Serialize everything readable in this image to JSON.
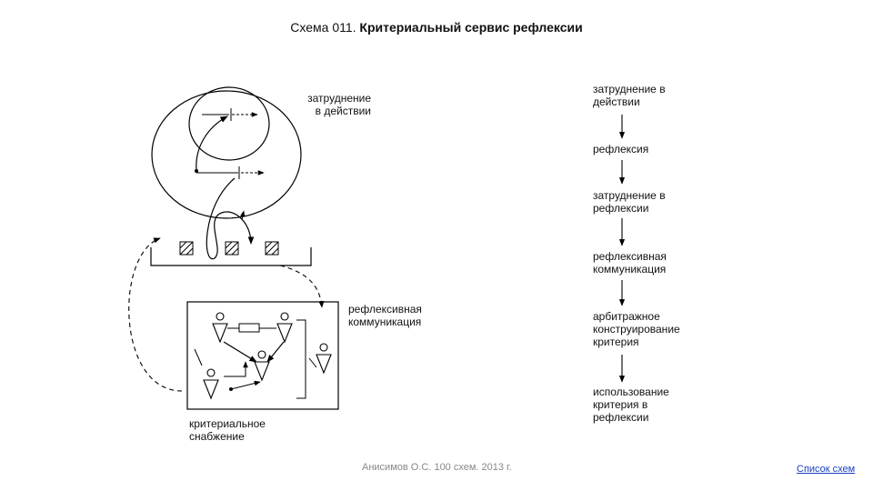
{
  "title": {
    "number": "Схема 011.",
    "text": "Критериальный сервис рефлексии"
  },
  "left": {
    "label_top_line1": "затруднение",
    "label_top_line2": "в действии",
    "label_comm_line1": "рефлексивная",
    "label_comm_line2": "коммуникация",
    "label_supply_line1": "критериальное",
    "label_supply_line2": "снабжение"
  },
  "flow": {
    "steps": [
      {
        "line1": "затруднение в",
        "line2": "действии",
        "line3": ""
      },
      {
        "line1": "рефлексия",
        "line2": "",
        "line3": ""
      },
      {
        "line1": "затруднение в",
        "line2": "рефлексии",
        "line3": ""
      },
      {
        "line1": "рефлексивная",
        "line2": "коммуникация",
        "line3": ""
      },
      {
        "line1": "арбитражное",
        "line2": "конструирование",
        "line3": "критерия"
      },
      {
        "line1": "использование",
        "line2": "критерия в",
        "line3": "рефлексии"
      }
    ]
  },
  "footer": {
    "author": "Анисимов О.С. 100 схем. 2013 г.",
    "link": "Список схем"
  }
}
